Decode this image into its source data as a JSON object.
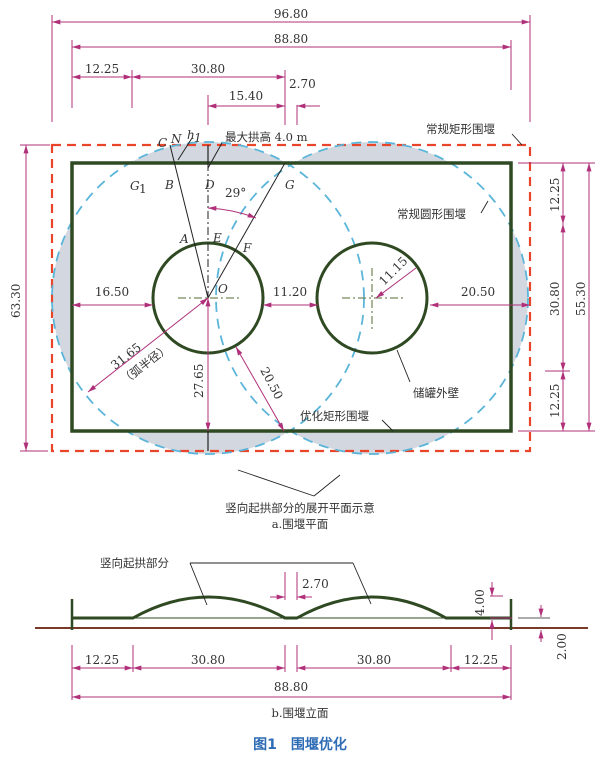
{
  "colors": {
    "dimension": "#b0307a",
    "wall": "#2f4a22",
    "conventional_rect": "#e8452a",
    "conventional_circle": "#5bb5d9",
    "shade": "#d3d8e0",
    "title": "#2e6cb5"
  },
  "plan": {
    "top_dims": {
      "total": "96.80",
      "inner": "88.80",
      "left": "12.25",
      "span": "30.80",
      "half": "15.40",
      "gap": "2.70"
    },
    "left_dim": "63.30",
    "right_dims": {
      "top": "12.25",
      "mid": "30.80",
      "bottom": "12.25",
      "total": "55.30"
    },
    "points": {
      "C": "C",
      "N": "N",
      "h1": "h",
      "h1_sub": "1",
      "G1": "G",
      "G1_sub": "1",
      "B": "B",
      "D": "D",
      "G": "G",
      "A": "A",
      "E": "E",
      "F": "F",
      "O": "O"
    },
    "angle": "29°",
    "max_arch": "最大拱高 4.0 m",
    "inner_dims": {
      "left": "16.50",
      "between": "11.20",
      "right": "20.50",
      "tank_radius": "11.15",
      "arc_radius": "31.65",
      "arc_radius_note": "（弧半径）",
      "down": "27.65",
      "diag": "20.50"
    },
    "labels": {
      "conventional_rect": "常规矩形围堰",
      "conventional_circle": "常规圆形围堰",
      "tank_wall": "储罐外壁",
      "optimized_rect": "优化矩形围堰",
      "unfolded": "竖向起拱部分的展开平面示意"
    },
    "caption": "a.围堰平面"
  },
  "elevation": {
    "arch_label": "竖向起拱部分",
    "gap": "2.70",
    "height": "4.00",
    "base": "2.00",
    "dims": [
      "12.25",
      "30.80",
      "30.80",
      "12.25"
    ],
    "total": "88.80",
    "caption": "b.围堰立面"
  },
  "figure_title": "图1　围堰优化"
}
